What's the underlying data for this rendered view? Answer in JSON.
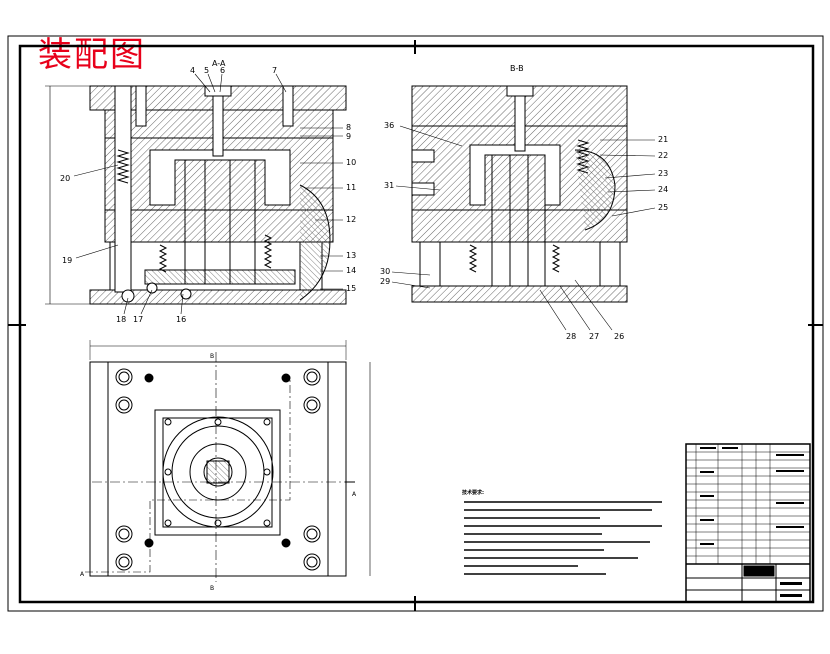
{
  "drawing": {
    "title": "装配图",
    "section_aa_label": "A-A",
    "section_bb_label": "B-B",
    "plan_labels": {
      "b_top": "B",
      "b_bottom": "B",
      "a_left": "A",
      "a_right": "A"
    },
    "left_callouts": [
      "4",
      "5",
      "6",
      "7",
      "8",
      "9",
      "10",
      "11",
      "12",
      "13",
      "14",
      "15",
      "16",
      "17",
      "18",
      "19",
      "20"
    ],
    "right_callouts": [
      "36",
      "31",
      "30",
      "29",
      "21",
      "22",
      "23",
      "24",
      "25",
      "26",
      "27",
      "28"
    ],
    "tech_requirements": {
      "heading": "技术要求:",
      "lines": [
        "",
        "",
        "",
        "",
        "",
        "",
        "",
        "",
        "",
        ""
      ]
    },
    "title_block": {
      "name": "",
      "code": ""
    },
    "colors": {
      "title_red": "#e8001a",
      "line": "#000000",
      "hatch": "#555555"
    }
  }
}
